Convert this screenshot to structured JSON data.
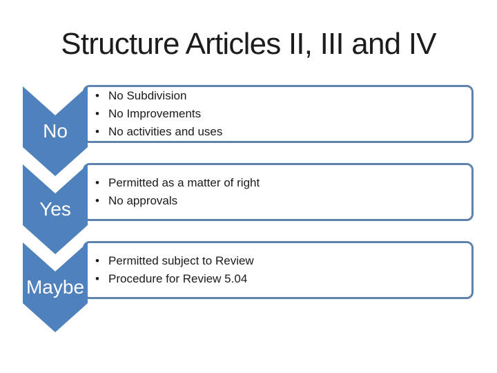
{
  "slide": {
    "title": "Structure Articles II, III and IV",
    "bullet_glyph": "•",
    "items": [
      {
        "label": "No",
        "bullets": [
          "No Subdivision",
          "No Improvements",
          "No activities and uses"
        ]
      },
      {
        "label": "Yes",
        "bullets": [
          "Permitted as a matter of right",
          "No approvals"
        ]
      },
      {
        "label": "Maybe",
        "bullets": [
          "Permitted subject to Review",
          "Procedure for Review 5.04"
        ]
      }
    ],
    "colors": {
      "chevron_fill": "#4f81bd",
      "box_border": "#5d82ad",
      "label_text": "#ffffff",
      "body_text": "#1a1a1a",
      "title_text": "#1c1c1c",
      "background": "#ffffff"
    }
  }
}
